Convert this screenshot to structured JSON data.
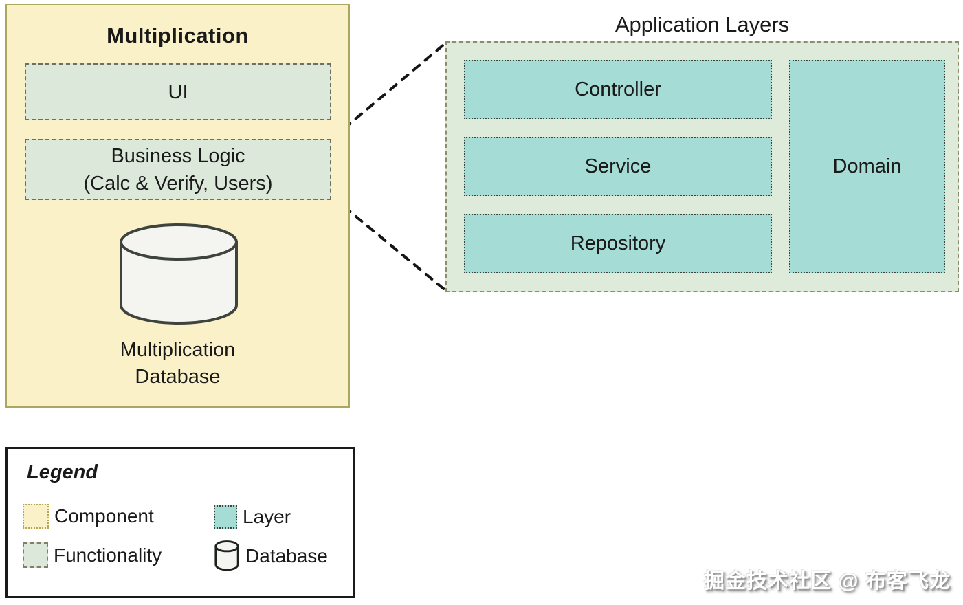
{
  "component": {
    "title": "Multiplication",
    "functionality_ui": "UI",
    "business_line1": "Business Logic",
    "business_line2": "(Calc & Verify, Users)",
    "db_line1": "Multiplication",
    "db_line2": "Database"
  },
  "app": {
    "title": "Application Layers",
    "layers": [
      "Controller",
      "Service",
      "Repository"
    ],
    "domain": "Domain"
  },
  "legend": {
    "title": "Legend",
    "items": [
      {
        "label": "Component"
      },
      {
        "label": "Layer"
      },
      {
        "label": "Functionality"
      },
      {
        "label": "Database"
      }
    ]
  },
  "watermark": {
    "text": "掘金技术社区 @ 布客飞龙"
  },
  "colors": {
    "component_fill": "#faf1c9",
    "component_border": "#a9a85e",
    "functionality_fill": "#dce9da",
    "functionality_border": "#6f6f5d",
    "app_container_fill": "#dfebda",
    "app_container_border": "#8c8c6e",
    "layer_fill": "#a6dcd6",
    "layer_border": "#3f433c",
    "database_fill": "#f4f4f0",
    "database_stroke": "#3e433e",
    "connector": "#151515",
    "text": "#1a1a1a"
  }
}
